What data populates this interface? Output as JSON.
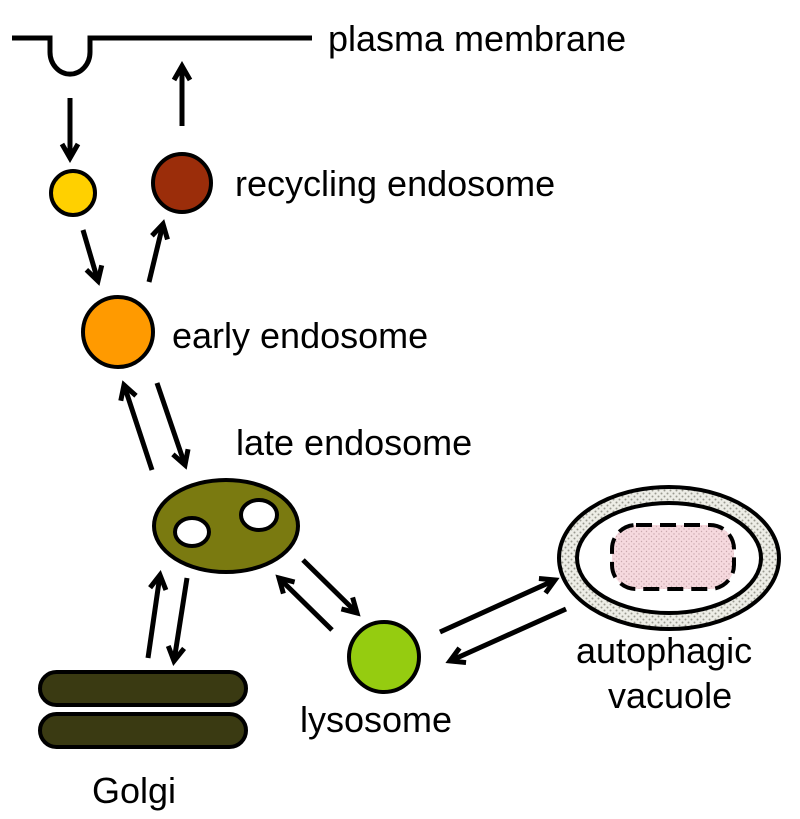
{
  "labels": {
    "plasma_membrane": "plasma membrane",
    "recycling_endosome": "recycling endosome",
    "early_endosome": "early endosome",
    "late_endosome": "late endosome",
    "lysosome": "lysosome",
    "autophagic_vacuole_line1": "autophagic",
    "autophagic_vacuole_line2": "vacuole",
    "golgi": "Golgi"
  },
  "colors": {
    "endocytic_vesicle": "#FFD000",
    "recycling_endosome": "#9B2D0A",
    "early_endosome": "#FF9A00",
    "late_endosome": "#7A7A10",
    "lysosome": "#95CC10",
    "golgi": "#3A3A12",
    "autophagic_cargo": "#F6D9DE",
    "autophagic_wall": "#D8D8D0"
  }
}
